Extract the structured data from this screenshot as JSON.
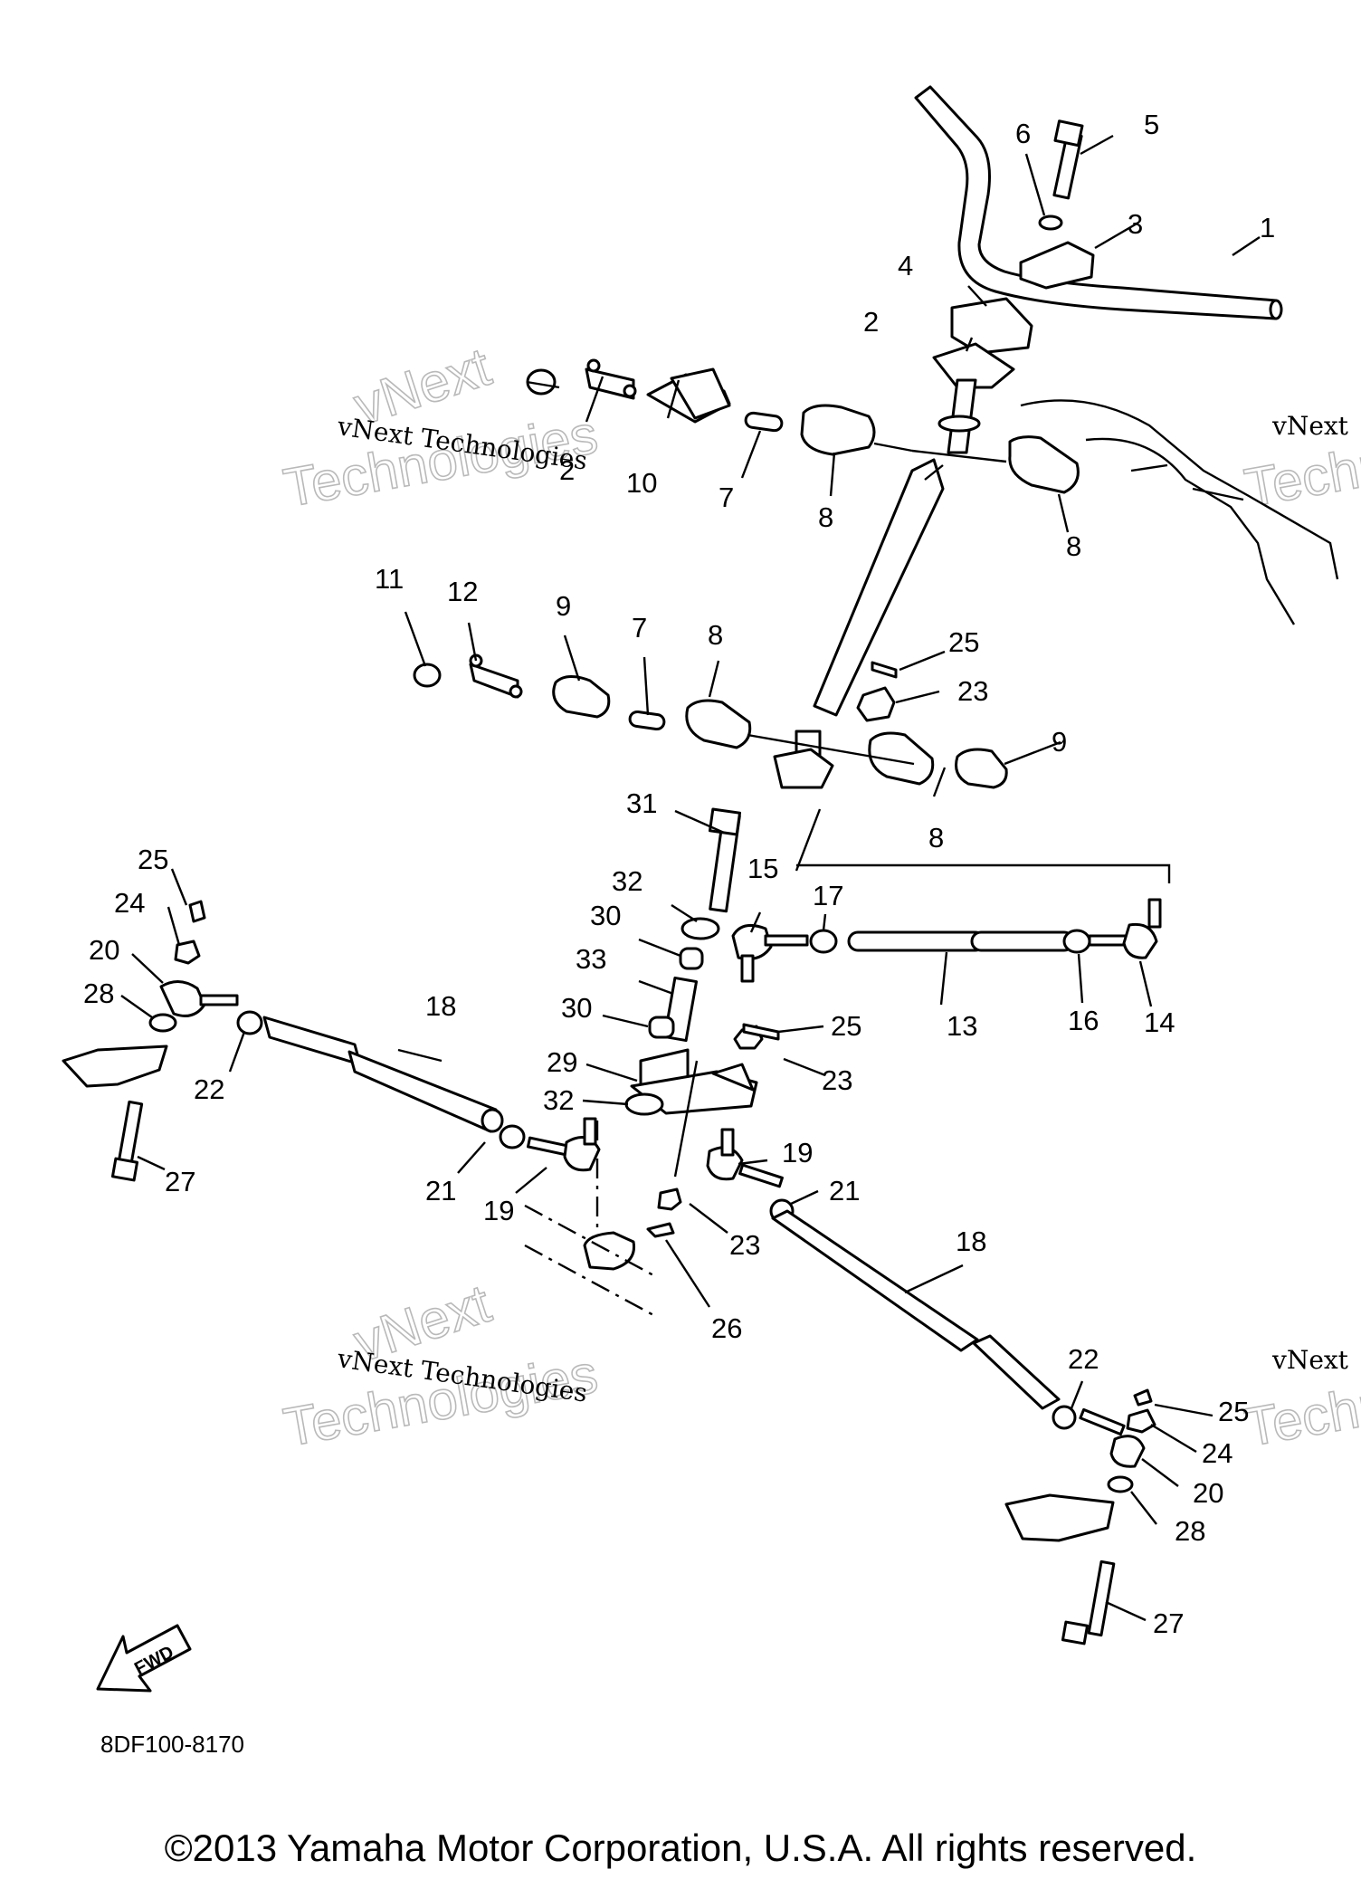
{
  "watermark": {
    "line": "vNext Technologies",
    "big_top": "vNext",
    "big_bottom": "Technologies",
    "partial": "vNext"
  },
  "callouts": {
    "c1": "1",
    "c2": "2",
    "c2b": "2",
    "c3": "3",
    "c4": "4",
    "c5": "5",
    "c6": "6",
    "c7a": "7",
    "c7b": "7",
    "c8a": "8",
    "c8b": "8",
    "c8c": "8",
    "c8d": "8",
    "c9a": "9",
    "c9b": "9",
    "c10": "10",
    "c11": "11",
    "c12": "12",
    "c13": "13",
    "c14": "14",
    "c15": "15",
    "c16": "16",
    "c17": "17",
    "c18a": "18",
    "c18b": "18",
    "c19a": "19",
    "c19b": "19",
    "c20a": "20",
    "c20b": "20",
    "c21a": "21",
    "c21b": "21",
    "c22a": "22",
    "c22b": "22",
    "c23a": "23",
    "c23b": "23",
    "c23c": "23",
    "c24a": "24",
    "c24b": "24",
    "c25a": "25",
    "c25b": "25",
    "c25c": "25",
    "c26": "26",
    "c27a": "27",
    "c27b": "27",
    "c28a": "28",
    "c28b": "28",
    "c29": "29",
    "c30a": "30",
    "c30b": "30",
    "c31": "31",
    "c32a": "32",
    "c32b": "32",
    "c33": "33"
  },
  "fwd_label": "FWD",
  "diagram_code": "8DF100-8170",
  "copyright": "©2013 Yamaha Motor Corporation, U.S.A. All rights reserved."
}
